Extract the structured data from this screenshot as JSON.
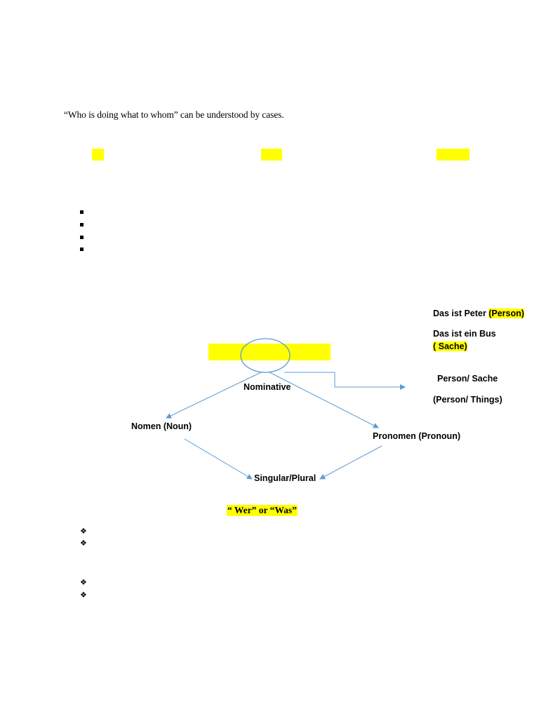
{
  "intro": {
    "text": "“Who is doing what to whom” can be understood by cases."
  },
  "diagram": {
    "nominative": "Nominative",
    "nomen": "Nomen (Noun)",
    "pronomen": "Pronomen (Pronoun)",
    "singular_plural": "Singular/Plural",
    "person_sache": "Person/ Sache",
    "person_things": "(Person/ Things)"
  },
  "examples": {
    "peter_prefix": "Das ist Peter ",
    "peter_tag": "(Person)",
    "bus_line": "Das ist ein Bus",
    "bus_tag": "( Sache)"
  },
  "question": {
    "text": "“ Wer” or “Was”"
  },
  "bullets": {
    "diamond_glyph": "❖"
  },
  "colors": {
    "highlight": "#ffff00",
    "arrow": "#5b9bd5"
  }
}
